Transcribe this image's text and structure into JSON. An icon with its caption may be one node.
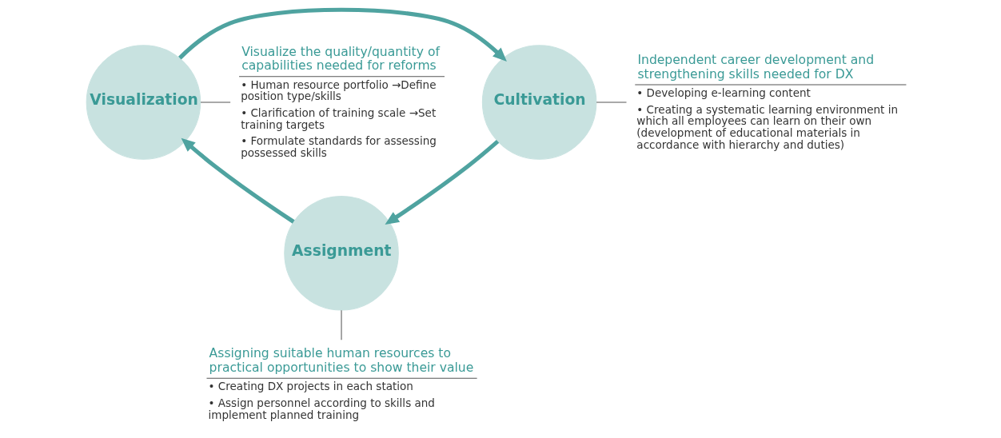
{
  "diagram": {
    "nodes": [
      {
        "text": [
          "Visualization"
        ]
      },
      {
        "text": [
          "Cultivation"
        ]
      },
      {
        "text": [
          "Assignment"
        ]
      },
      {
        "text": [
          "Visualize the quality/quantity of capabilities needed for reforms",
          "• Human resource portfolio →Define position type/skills",
          "• Clarification of training scale →Set training targets",
          "• Formulate standards for assessing possessed skills"
        ]
      },
      {
        "text": [
          "Independent career development and strengthening skills needed for DX",
          "• Developing e-learning content",
          "• Creating a systematic learning environment in which all employees can learn on their own (development of educational materials in accordance with hierarchy and duties)"
        ]
      },
      {
        "text": [
          "Assigning suitable human resources to practical opportunities to show their value",
          "• Creating DX projects in each station",
          "• Assign personnel according to skills and implement planned training"
        ]
      }
    ],
    "edges": [
      {
        "from": 0,
        "to": 1,
        "arrow": "to",
        "style": "thick",
        "color": "#4fa3a0"
      },
      {
        "from": 1,
        "to": 2,
        "arrow": "to",
        "style": "thick",
        "color": "#4fa3a0"
      },
      {
        "from": 2,
        "to": 0,
        "arrow": "to",
        "style": "thick",
        "color": "#4fa3a0"
      },
      {
        "from": 0,
        "to": 3,
        "arrow": "none"
      },
      {
        "from": 1,
        "to": 4,
        "arrow": "none"
      },
      {
        "from": 2,
        "to": 5,
        "arrow": "none"
      }
    ]
  }
}
